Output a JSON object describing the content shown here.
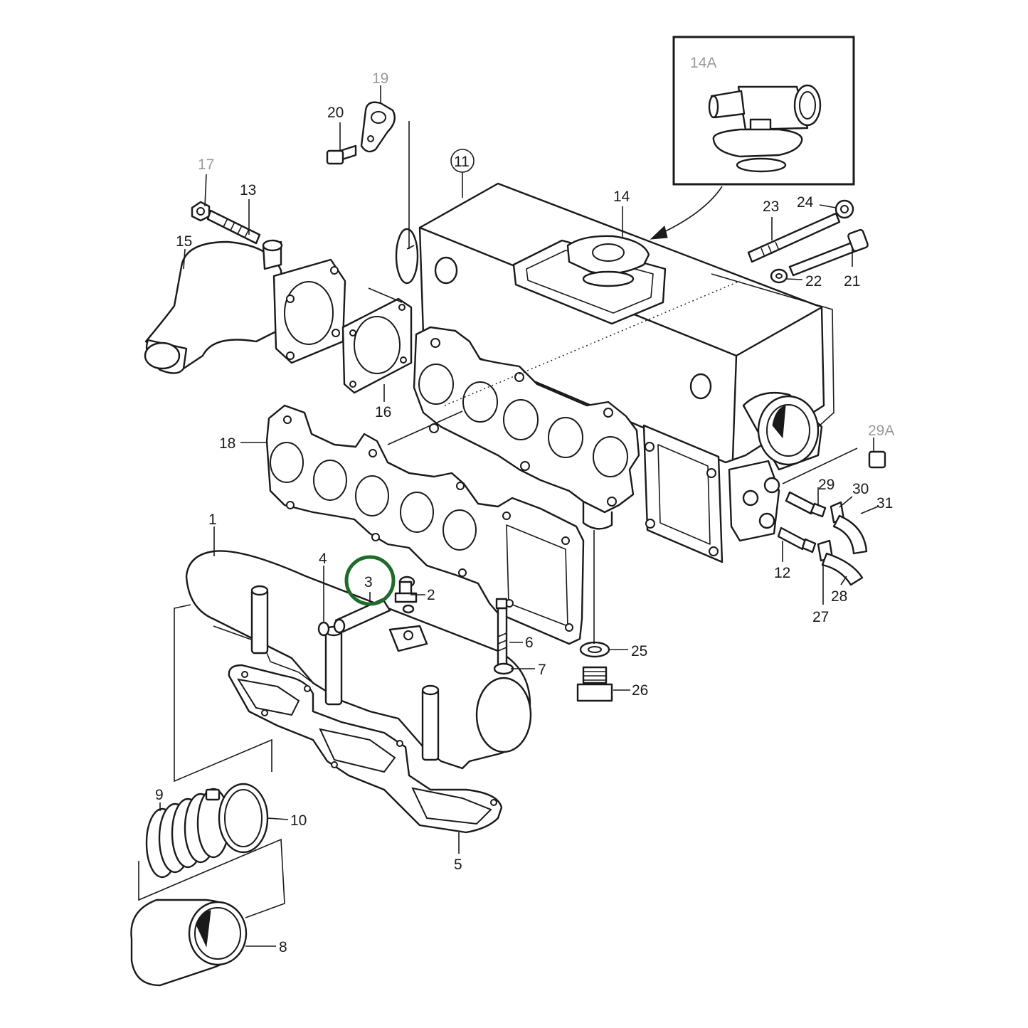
{
  "callouts": {
    "c1": "1",
    "c2": "2",
    "c3": "3",
    "c4": "4",
    "c5": "5",
    "c6": "6",
    "c7": "7",
    "c8": "8",
    "c9": "9",
    "c10": "10",
    "c11": "11",
    "c12": "12",
    "c13": "13",
    "c14": "14",
    "c14a": "14A",
    "c15": "15",
    "c16": "16",
    "c17": "17",
    "c18": "18",
    "c19": "19",
    "c20": "20",
    "c21": "21",
    "c22": "22",
    "c23": "23",
    "c24": "24",
    "c25": "25",
    "c26": "26",
    "c27": "27",
    "c28": "28",
    "c29": "29",
    "c29a": "29A",
    "c30": "30",
    "c31": "31"
  },
  "colors": {
    "line": "#1a1a1a",
    "grey_label": "#9a9a9a",
    "highlight": "#1e6b2a",
    "background": "#ffffff"
  },
  "highlighted_part": "3"
}
